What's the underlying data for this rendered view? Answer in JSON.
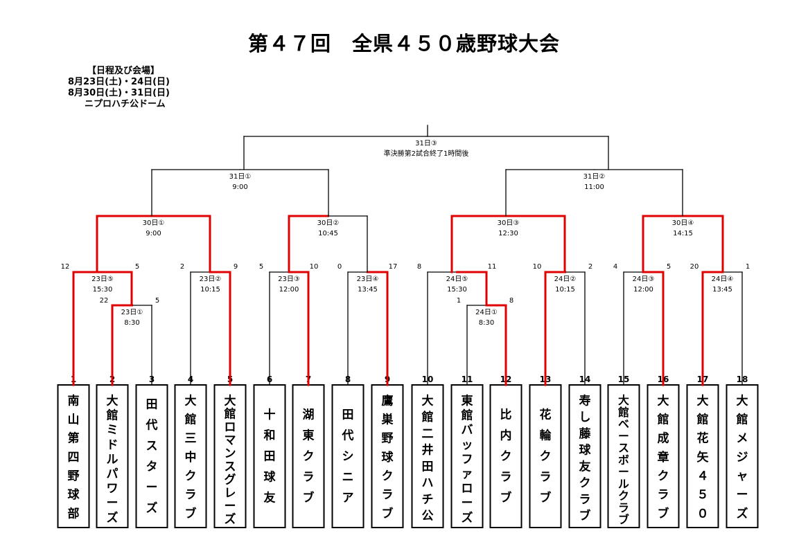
{
  "title": "第４７回　全県４５０歳野球大会",
  "schedule": {
    "lines": [
      "【日程及び会場】",
      "8月23日(土)・24日(日)",
      "8月30日(土)・31日(日)",
      "ニプロハチ公ドーム"
    ]
  },
  "colors": {
    "line": "#000000",
    "winner": "#e00000"
  },
  "teams": [
    {
      "no": "1",
      "name": "南山第四野球部"
    },
    {
      "no": "2",
      "name": "大館ミドルパワーズ"
    },
    {
      "no": "3",
      "name": "田代スターズ"
    },
    {
      "no": "4",
      "name": "大館三中クラブ"
    },
    {
      "no": "5",
      "name": "大館ロマンスグレーズ"
    },
    {
      "no": "6",
      "name": "十和田球友"
    },
    {
      "no": "7",
      "name": "湖東クラブ"
    },
    {
      "no": "8",
      "name": "田代シニア"
    },
    {
      "no": "9",
      "name": "鷹巣野球クラブ"
    },
    {
      "no": "10",
      "name": "大館二井田ハチ公"
    },
    {
      "no": "11",
      "name": "東館バッファローズ"
    },
    {
      "no": "12",
      "name": "比内クラブ"
    },
    {
      "no": "13",
      "name": "花輪クラブ"
    },
    {
      "no": "14",
      "name": "寿し藤球友クラブ"
    },
    {
      "no": "15",
      "name": "大館ベースボールクラブ"
    },
    {
      "no": "16",
      "name": "大館成章クラブ"
    },
    {
      "no": "17",
      "name": "大館花矢４５０"
    },
    {
      "no": "18",
      "name": "大館メジャーズ"
    }
  ],
  "matches": [
    {
      "id": "pre1",
      "game": "23日①",
      "time": "8:30",
      "scores": [
        "22",
        "5"
      ]
    },
    {
      "id": "pre2",
      "game": "24日①",
      "time": "8:30",
      "scores": [
        "1",
        "8"
      ]
    },
    {
      "id": "r1a",
      "game": "23日⑤",
      "time": "15:30",
      "scores": [
        "12",
        "5"
      ]
    },
    {
      "id": "r1b",
      "game": "23日②",
      "time": "10:15",
      "scores": [
        "2",
        "9"
      ]
    },
    {
      "id": "r1c",
      "game": "23日③",
      "time": "12:00",
      "scores": [
        "5",
        "10"
      ]
    },
    {
      "id": "r1d",
      "game": "23日④",
      "time": "13:45",
      "scores": [
        "0",
        "17"
      ]
    },
    {
      "id": "r1e",
      "game": "24日⑤",
      "time": "15:30",
      "scores": [
        "8",
        "11"
      ]
    },
    {
      "id": "r1f",
      "game": "24日②",
      "time": "10:15",
      "scores": [
        "10",
        "2"
      ]
    },
    {
      "id": "r1g",
      "game": "24日③",
      "time": "12:00",
      "scores": [
        "4",
        "5"
      ]
    },
    {
      "id": "r1h",
      "game": "24日④",
      "time": "13:45",
      "scores": [
        "20",
        "1"
      ]
    },
    {
      "id": "qf1",
      "game": "30日①",
      "time": "9:00",
      "scores": []
    },
    {
      "id": "qf2",
      "game": "30日②",
      "time": "10:45",
      "scores": []
    },
    {
      "id": "qf3",
      "game": "30日③",
      "time": "12:30",
      "scores": []
    },
    {
      "id": "qf4",
      "game": "30日④",
      "time": "14:15",
      "scores": []
    },
    {
      "id": "sf1",
      "game": "31日①",
      "time": "9:00",
      "scores": []
    },
    {
      "id": "sf2",
      "game": "31日②",
      "time": "11:00",
      "scores": []
    },
    {
      "id": "final",
      "game": "31日③",
      "time": "準決勝第2試合終了1時間後",
      "scores": []
    }
  ]
}
